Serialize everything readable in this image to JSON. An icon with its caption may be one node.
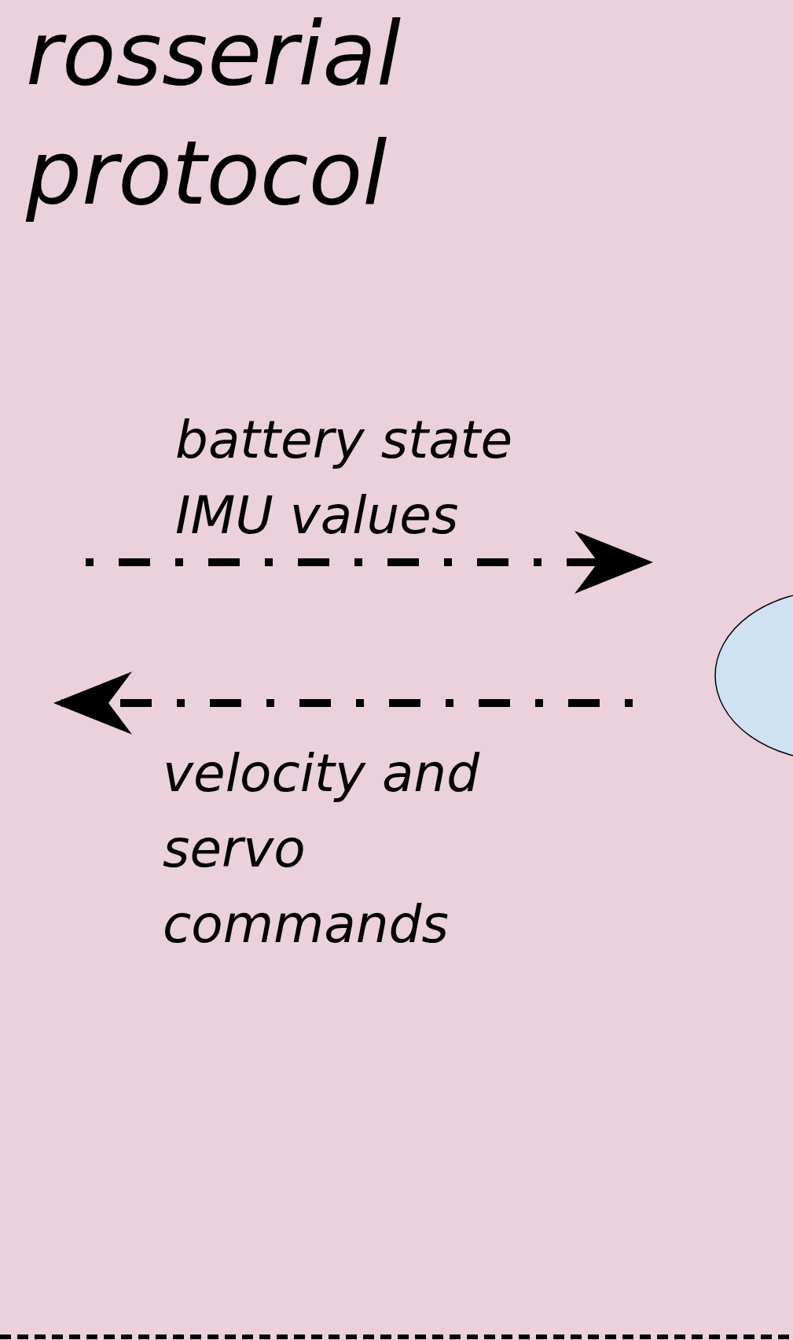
{
  "diagram": {
    "nodes": [
      {
        "text": [
          "rosserial protocol"
        ]
      },
      {
        "text": [],
        "shape": "ellipse"
      }
    ],
    "edges": [
      {
        "from": null,
        "to": 1,
        "arrow": "to",
        "label": "battery state IMU values",
        "style": "dashed"
      },
      {
        "from": 1,
        "to": null,
        "arrow": "to",
        "label": "velocity and servo commands",
        "style": "dashed"
      }
    ]
  }
}
